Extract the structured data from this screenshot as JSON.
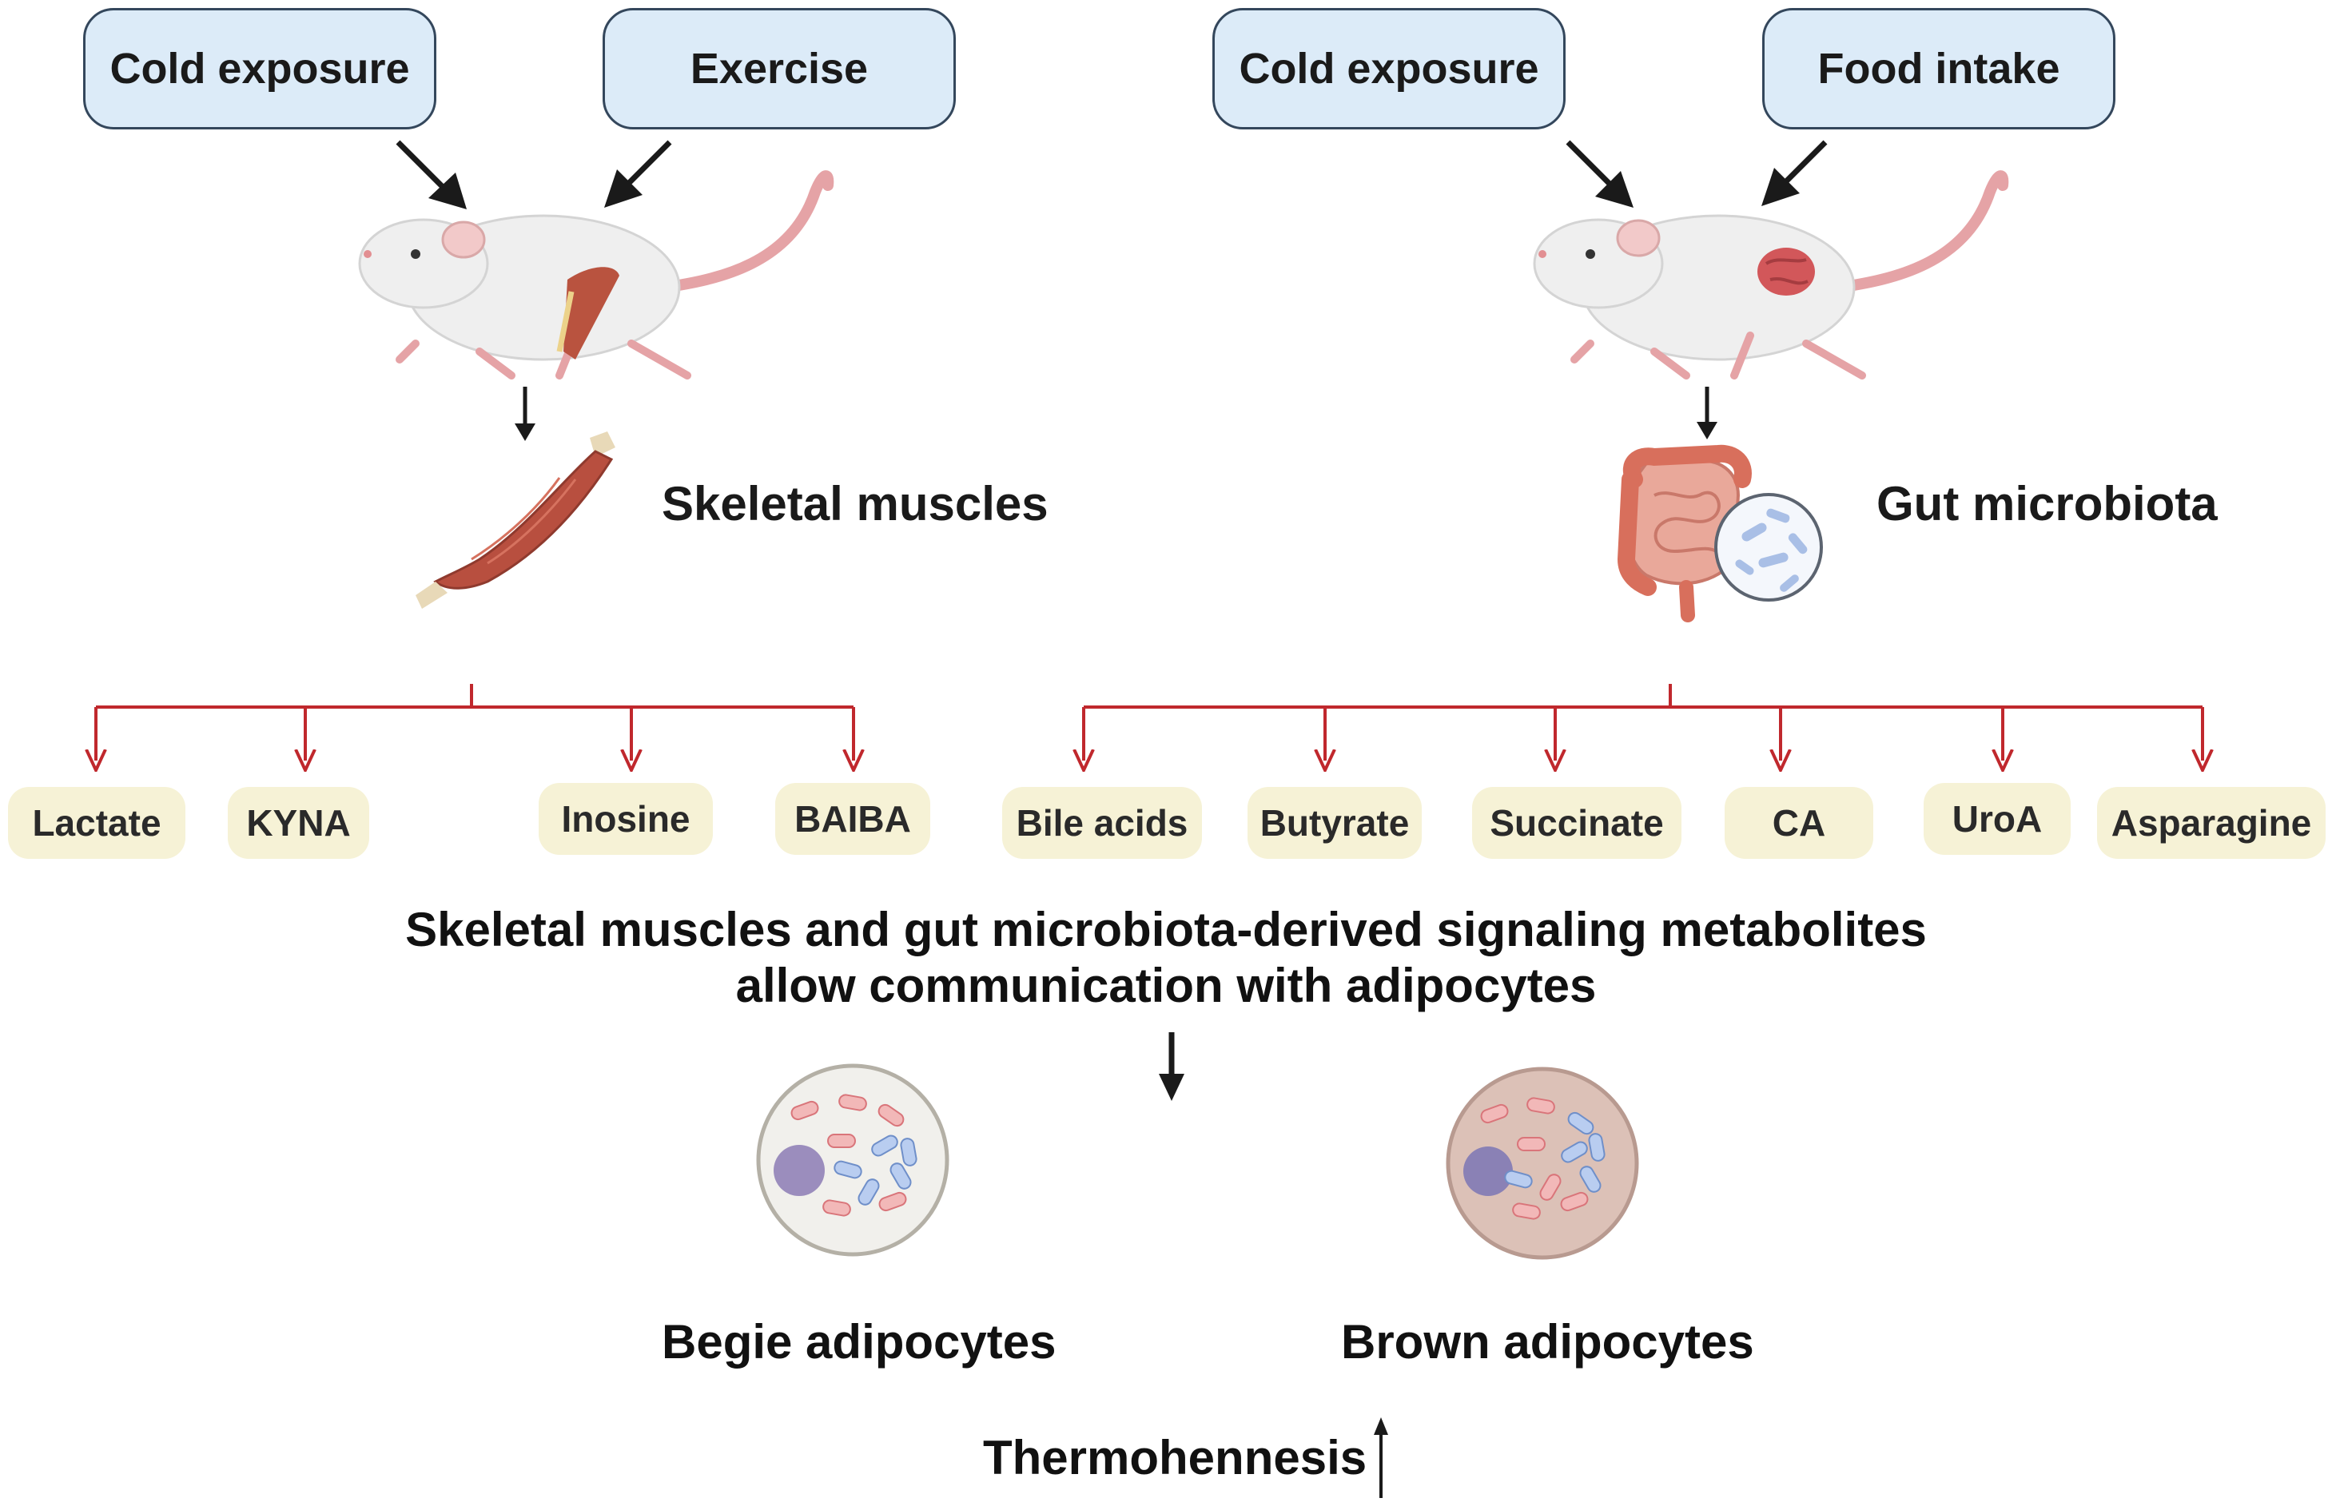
{
  "left_panel": {
    "stimuli": [
      "Cold exposure",
      "Exercise"
    ],
    "organ": "Skeletal muscles",
    "metabolites": [
      "Lactate",
      "KYNA",
      "Inosine",
      "BAIBA"
    ]
  },
  "right_panel": {
    "stimuli": [
      "Cold exposure",
      "Food intake"
    ],
    "organ": "Gut microbiota",
    "metabolites": [
      "Bile acids",
      "Butyrate",
      "Succinate",
      "CA",
      "UroA",
      "Asparagine"
    ]
  },
  "summary": {
    "line1": "Skeletal muscles and gut microbiota-derived  signaling metabolites",
    "line2": "allow communication with adipocytes"
  },
  "cells": {
    "beige_label": "Begie adipocytes",
    "brown_label": "Brown adipocytes"
  },
  "outcome": {
    "label": "Thermohennesis"
  },
  "colors": {
    "stimulus_fill": "#dcebf8",
    "metabolite_fill": "#f6f2d6",
    "branch_line": "#c0282d",
    "arrow": "#1a1a1a"
  }
}
